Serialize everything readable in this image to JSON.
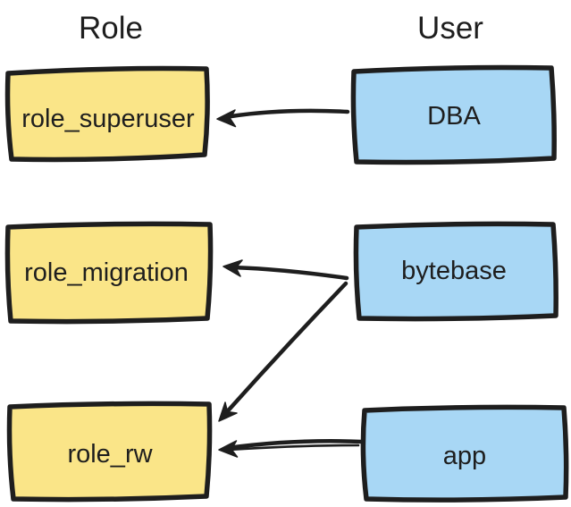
{
  "diagram": {
    "columns": [
      {
        "title": "Role"
      },
      {
        "title": "User"
      }
    ],
    "roles": [
      {
        "label": "role_superuser"
      },
      {
        "label": "role_migration"
      },
      {
        "label": "role_rw"
      }
    ],
    "users": [
      {
        "label": "DBA"
      },
      {
        "label": "bytebase"
      },
      {
        "label": "app"
      }
    ],
    "edges": [
      {
        "from": "DBA",
        "to": "role_superuser"
      },
      {
        "from": "bytebase",
        "to": "role_migration"
      },
      {
        "from": "bytebase",
        "to": "role_rw"
      },
      {
        "from": "app",
        "to": "role_rw"
      }
    ],
    "colors": {
      "ink": "#1E1E1E",
      "role_fill": "#FAE588",
      "user_fill": "#A8D7F5",
      "background": "#FFFFFF"
    }
  }
}
